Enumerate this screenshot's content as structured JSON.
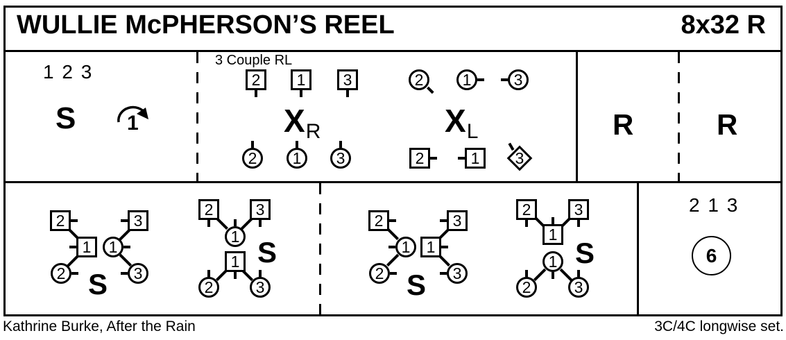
{
  "header": {
    "title": "WULLIE McPHERSON’S REEL",
    "rhythm": "8x32 R"
  },
  "phrase1": {
    "start_order": "1 2 3",
    "set_label": "S",
    "turn_label": "1"
  },
  "phrase2": {
    "caption": "3 Couple RL",
    "top_men": [
      "2",
      "1",
      "3"
    ],
    "top_ladies": [
      "2",
      "1",
      "3"
    ],
    "cross_right": {
      "symbol": "X",
      "hand": "R"
    },
    "cross_left": {
      "symbol": "X",
      "hand": "L"
    },
    "bottom_ladies": [
      "2",
      "1",
      "3"
    ],
    "bottom_men": [
      "2",
      "1"
    ],
    "diamond_lady": "3"
  },
  "phrase3": {
    "reel_label": "R"
  },
  "phrase4": {
    "reel_label": "R"
  },
  "phrase5": {
    "fig1": {
      "m2": "2",
      "m1": "1",
      "l2": "2",
      "m3": "3",
      "l1": "1",
      "l3": "3",
      "set_label": "S"
    },
    "fig2": {
      "m2": "2",
      "m3": "3",
      "l1": "1",
      "m1": "1",
      "l2": "2",
      "l3": "3",
      "set_label": "S"
    },
    "fig3": {
      "m2": "2",
      "l1": "1",
      "l2": "2",
      "m3": "3",
      "m1": "1",
      "l3": "3",
      "set_label": "S"
    },
    "fig4": {
      "m2": "2",
      "m3": "3",
      "m1": "1",
      "l1": "1",
      "l2": "2",
      "l3": "3",
      "set_label": "S"
    }
  },
  "finish": {
    "order": "2 1 3",
    "hands_round": "6"
  },
  "footer": {
    "devisor": "Kathrine Burke, After the Rain",
    "set_type": "3C/4C longwise set."
  },
  "colors": {
    "ink": "#000000",
    "paper": "#ffffff"
  }
}
